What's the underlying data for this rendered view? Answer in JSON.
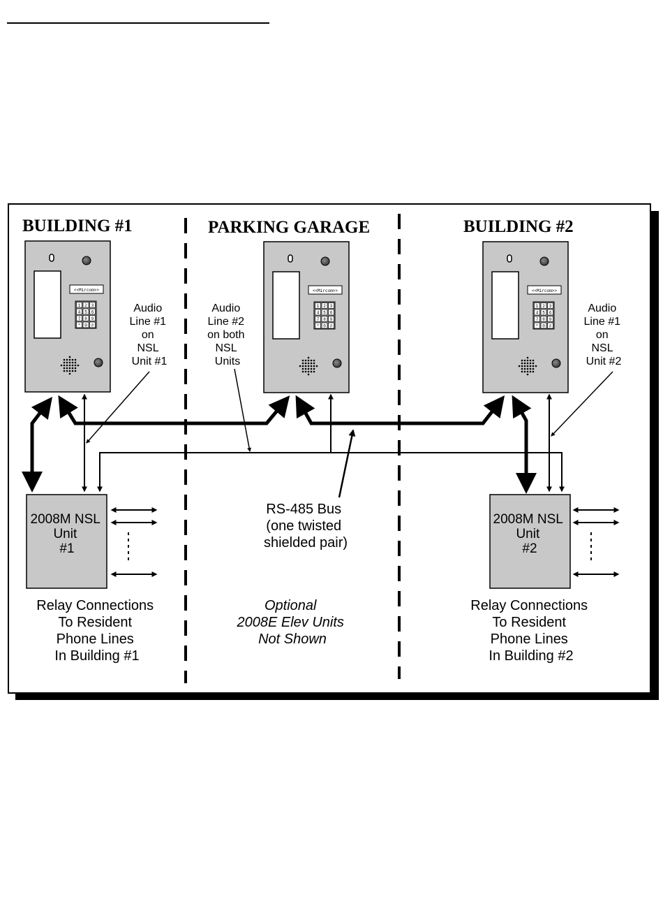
{
  "sections": {
    "building1": "BUILDING #1",
    "garage": "PARKING GARAGE",
    "building2": "BUILDING #2"
  },
  "panel_brand": "<<Mircom>>",
  "keypad_keys": [
    "1",
    "2",
    "3",
    "4",
    "5",
    "6",
    "7",
    "8",
    "9",
    "*",
    "0",
    "#"
  ],
  "annotations": {
    "audio1_b1": [
      "Audio",
      "Line #1",
      "on",
      "NSL",
      "Unit #1"
    ],
    "audio2": [
      "Audio",
      "Line #2",
      "on both",
      "NSL",
      "Units"
    ],
    "audio1_b2": [
      "Audio",
      "Line #1",
      "on",
      "NSL",
      "Unit #2"
    ],
    "bus": [
      "RS-485 Bus",
      "(one twisted",
      "shielded pair)"
    ]
  },
  "units": {
    "unit1": [
      "2008M NSL",
      "Unit",
      "#1"
    ],
    "unit2": [
      "2008M NSL",
      "Unit",
      "#2"
    ]
  },
  "captions": {
    "relay1": [
      "Relay Connections",
      "To Resident",
      "Phone Lines",
      "In Building #1"
    ],
    "optional": [
      "Optional",
      "2008E Elev Units",
      "Not Shown"
    ],
    "relay2": [
      "Relay Connections",
      "To Resident",
      "Phone Lines",
      "In Building #2"
    ]
  }
}
